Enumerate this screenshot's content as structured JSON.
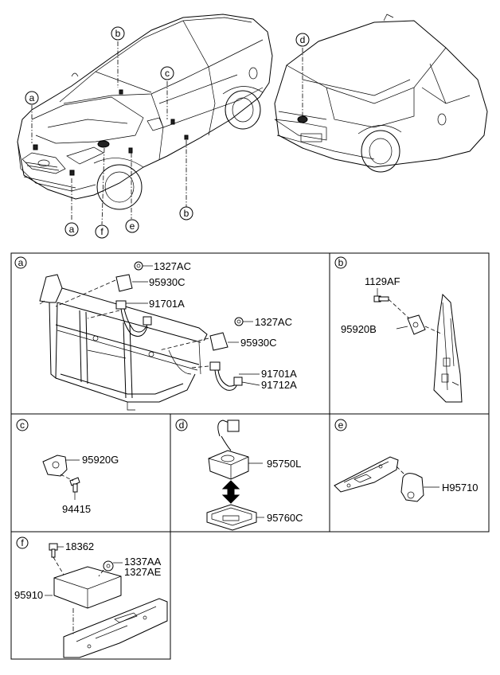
{
  "overview_callouts": [
    "a",
    "b",
    "c",
    "d",
    "e",
    "f"
  ],
  "panels": {
    "a": {
      "letter": "a",
      "parts": [
        "1327AC",
        "95930C",
        "91701A",
        "1327AC",
        "95930C",
        "91701A",
        "91712A"
      ]
    },
    "b": {
      "letter": "b",
      "parts": [
        "1129AF",
        "95920B"
      ]
    },
    "c": {
      "letter": "c",
      "parts": [
        "95920G",
        "94415"
      ]
    },
    "d": {
      "letter": "d",
      "parts": [
        "95750L",
        "95760C"
      ]
    },
    "e": {
      "letter": "e",
      "parts": [
        "H95710"
      ]
    },
    "f": {
      "letter": "f",
      "parts": [
        "18362",
        "1337AA",
        "1327AE",
        "95910"
      ]
    }
  },
  "colors": {
    "line": "#000000",
    "background": "#ffffff"
  }
}
